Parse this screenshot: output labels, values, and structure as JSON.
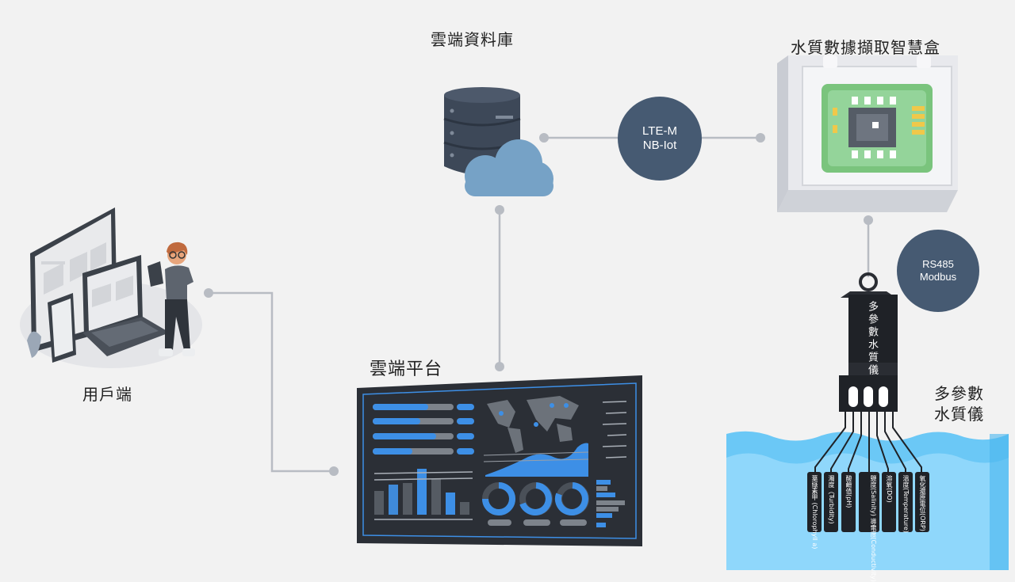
{
  "nodes": {
    "cloud_db": "雲端資料庫",
    "box": "水質數據擷取智慧盒",
    "user": "用戶端",
    "platform": "雲端平台",
    "meter_line1": "多參數",
    "meter_line2": "水質儀",
    "meter_body": "多參數水質儀"
  },
  "links": {
    "lte_line1": "LTE-M",
    "lte_line2": "NB-Iot",
    "rs_line1": "RS485",
    "rs_line2": "Modbus"
  },
  "probes": [
    "葉綠素甲 (Chlorophyll a)",
    "濁度（Turbidity)",
    "酸鹼值(pH)",
    "鹽度(Salinity) 導電度(Conductivity)",
    "溶氧(DO)",
    "溫度(Temperature)",
    "氧化還原電位(ORP)"
  ],
  "colors": {
    "link_circle": "#465a72",
    "connector": "#b8bcc3",
    "accent_blue": "#3d8fe6",
    "water": "#6bc8f6",
    "screen": "#2b2f36",
    "board": "#7ac47d"
  }
}
